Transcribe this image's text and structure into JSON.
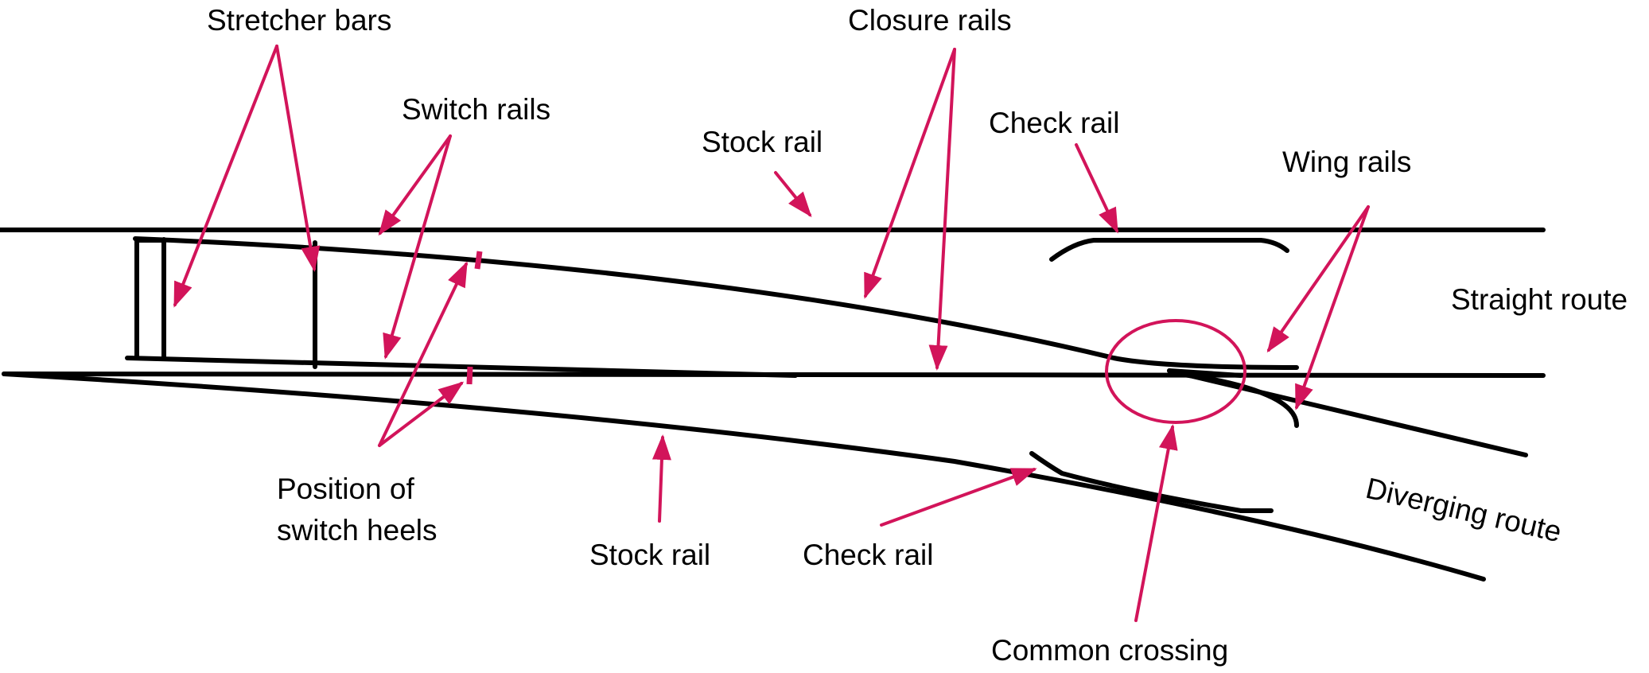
{
  "colors": {
    "rail": "#000000",
    "annotation": "#d2145a",
    "background": "#ffffff"
  },
  "labels": {
    "stretcher_bars": "Stretcher bars",
    "closure_rails": "Closure rails",
    "switch_rails": "Switch rails",
    "stock_rail_top": "Stock rail",
    "check_rail_top": "Check rail",
    "wing_rails": "Wing rails",
    "straight_route": "Straight route",
    "position_of_switch_heels_line1": "Position of",
    "position_of_switch_heels_line2": "switch heels",
    "stock_rail_bottom": "Stock rail",
    "check_rail_bottom": "Check rail",
    "diverging_route": "Diverging route",
    "common_crossing": "Common crossing"
  }
}
